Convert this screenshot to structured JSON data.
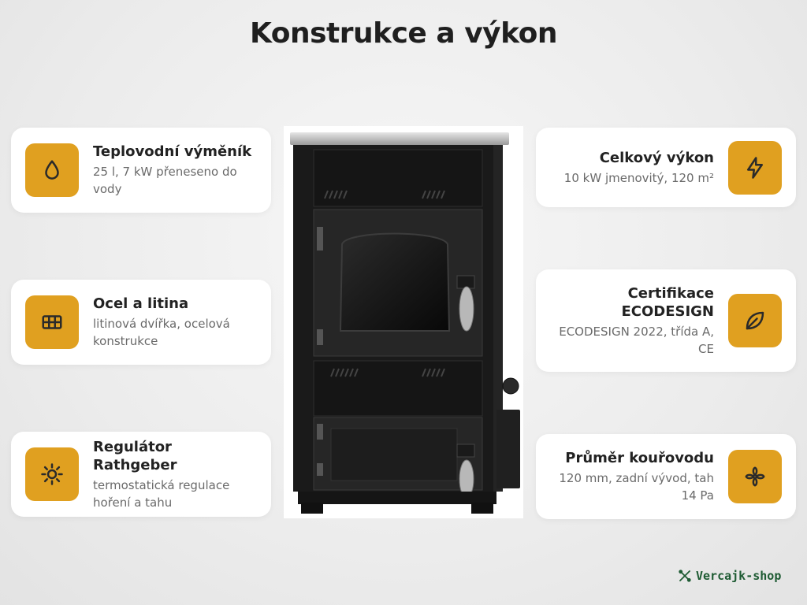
{
  "title": "Konstrukce a výkon",
  "cards_left": [
    {
      "title": "Teplovodní výměník",
      "desc": "25 l, 7 kW přeneseno do vody",
      "icon": "droplet-icon"
    },
    {
      "title": "Ocel a litina",
      "desc": "litinová dvířka, ocelová konstrukce",
      "icon": "grid-frame-icon"
    },
    {
      "title": "Regulátor Rathgeber",
      "desc": "termostatická regulace hoření a tahu",
      "icon": "sun-icon"
    }
  ],
  "cards_right": [
    {
      "title": "Celkový výkon",
      "desc": "10 kW jmenovitý, 120 m²",
      "icon": "lightning-icon"
    },
    {
      "title": "Certifikace ECODESIGN",
      "desc": "ECODESIGN 2022, třída A, CE",
      "icon": "leaf-icon"
    },
    {
      "title": "Průměr kouřovodu",
      "desc": "120 mm, zadní vývod, tah 14 Pa",
      "icon": "fan-icon"
    }
  ],
  "brand": {
    "name": "Vercajk-shop",
    "icon": "tools-icon"
  },
  "colors": {
    "accent": "#e0a020",
    "brand": "#1e5b33"
  }
}
